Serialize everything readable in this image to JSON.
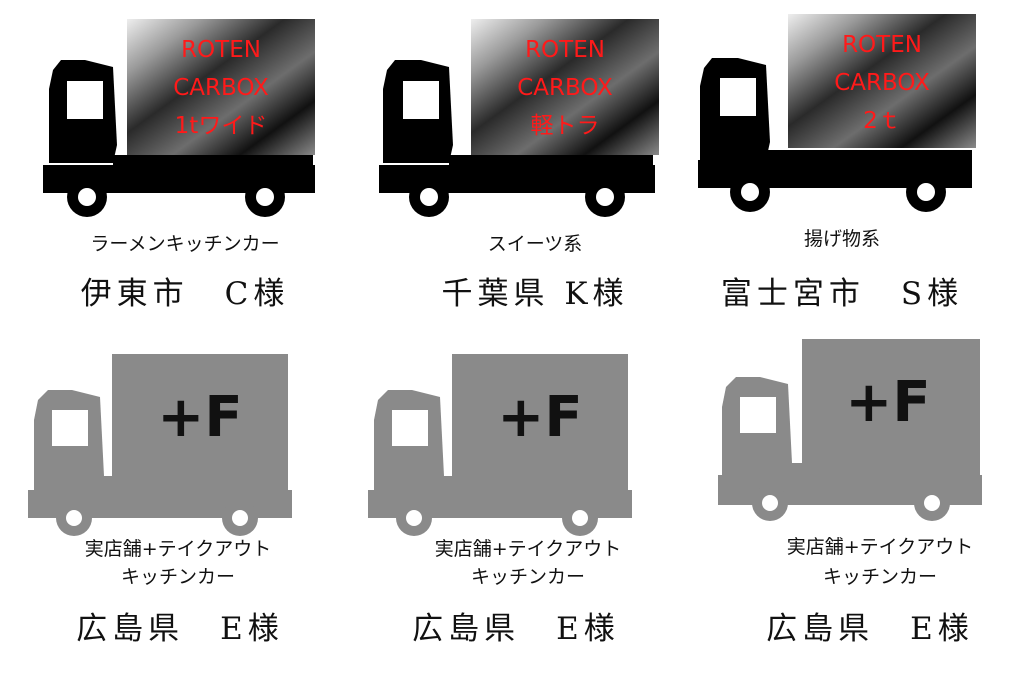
{
  "colors": {
    "truck_black": "#000000",
    "truck_gray": "#8a8a8a",
    "box_label": "#ff1a1a",
    "plus_f": "#111111"
  },
  "top": [
    {
      "box_lines": [
        "ROTEN",
        "CARBOX",
        "1tワイド"
      ],
      "category": "ラーメンキッチンカー",
      "client": "伊東市　C様"
    },
    {
      "box_lines": [
        "ROTEN",
        "CARBOX",
        "軽トラ"
      ],
      "category": "スイーツ系",
      "client": "千葉県 K様"
    },
    {
      "box_lines": [
        "ROTEN",
        "CARBOX",
        "2ｔ"
      ],
      "category": "揚げ物系",
      "client": "富士宮市　S様"
    }
  ],
  "bottom": [
    {
      "box_label": "+F",
      "category_line1": "実店舗+テイクアウト",
      "category_line2": "キッチンカー",
      "client": "広島県　E様"
    },
    {
      "box_label": "+F",
      "category_line1": "実店舗+テイクアウト",
      "category_line2": "キッチンカー",
      "client": "広島県　E様"
    },
    {
      "box_label": "+F",
      "category_line1": "実店舗+テイクアウト",
      "category_line2": "キッチンカー",
      "client": "広島県　E様"
    }
  ]
}
